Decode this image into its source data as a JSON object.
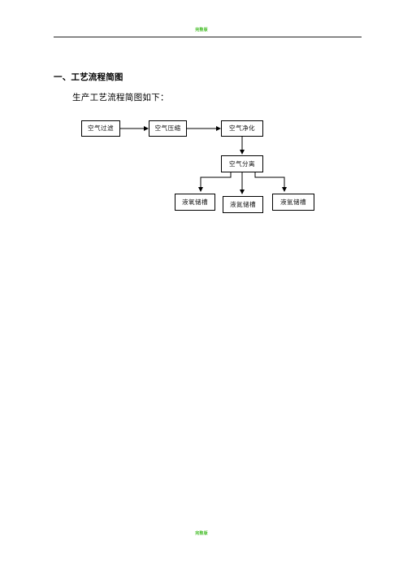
{
  "header": {
    "watermark": "完整版"
  },
  "section": {
    "heading": "一、工艺流程简图",
    "intro": "生产工艺流程简图如下："
  },
  "flowchart": {
    "air_filter": "空气过滤",
    "air_compress": "空气压缩",
    "air_purify": "空气净化",
    "air_separate": "空气分离",
    "storage_left": "液氧储槽",
    "storage_middle": "液氮储槽",
    "storage_right": "液氩储槽"
  },
  "footer": {
    "watermark": "完整版"
  }
}
